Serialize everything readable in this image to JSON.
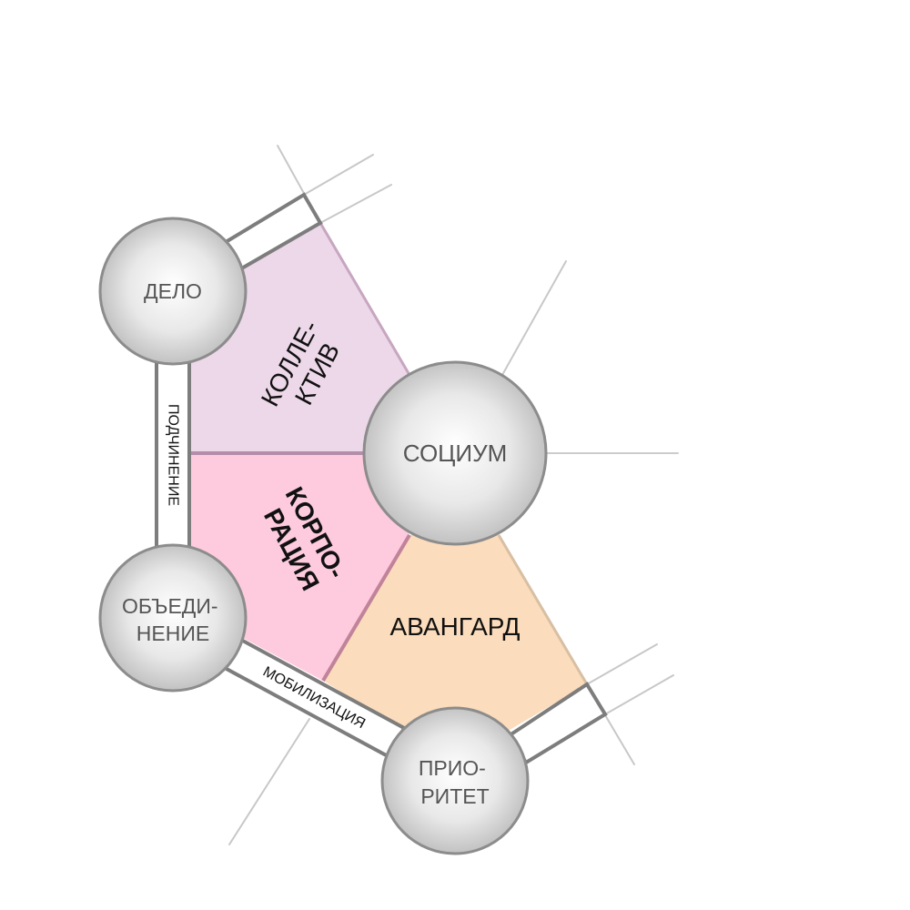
{
  "nodes": {
    "delo": {
      "line1": "ДЕЛО"
    },
    "socium": {
      "line1": "СОЦИУМ"
    },
    "obedinenie": {
      "line1": "ОБЪЕДИ-",
      "line2": "НЕНИЕ"
    },
    "prioritet": {
      "line1": "ПРИО-",
      "line2": "РИТЕТ"
    }
  },
  "regions": {
    "kollektiv": {
      "line1": "КОЛЛЕ-",
      "line2": "КТИВ",
      "color": "#ecd8e8"
    },
    "korporaciya": {
      "line1": "КОРПО-",
      "line2": "РАЦИЯ",
      "color": "#fdcbdd"
    },
    "avangard": {
      "line1": "АВАНГАРД",
      "color": "#fbdcbc"
    }
  },
  "links": {
    "podchinenie": "ПОДЧИНЕНИЕ",
    "mobilizaciya": "МОБИЛИЗАЦИЯ"
  }
}
